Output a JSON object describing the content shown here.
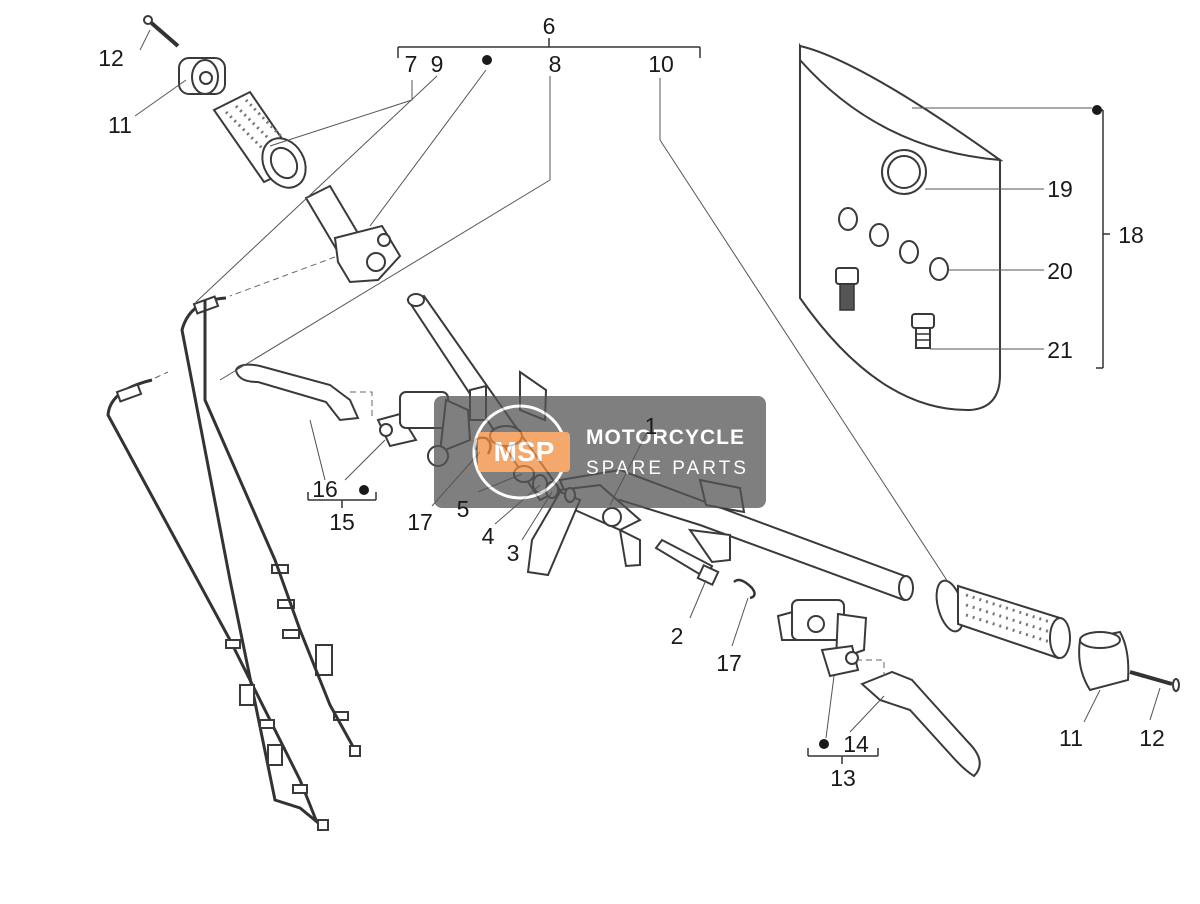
{
  "labels": {
    "l1": "1",
    "l2": "2",
    "l3": "3",
    "l4": "4",
    "l5": "5",
    "l6": "6",
    "l7": "7",
    "l8": "8",
    "l9": "9",
    "l10": "10",
    "l11a": "11",
    "l11b": "11",
    "l12a": "12",
    "l12b": "12",
    "l13": "13",
    "l14": "14",
    "l15": "15",
    "l16": "16",
    "l17a": "17",
    "l17b": "17",
    "l18": "18",
    "l19": "19",
    "l20": "20",
    "l21": "21"
  },
  "watermark": {
    "logo": "MSP",
    "line1": "MOTORCYCLE",
    "line2": "SPARE PARTS"
  },
  "colors": {
    "watermark_bg": "#555555",
    "watermark_accent": "#f28c3c",
    "line": "#3a3a3a"
  }
}
